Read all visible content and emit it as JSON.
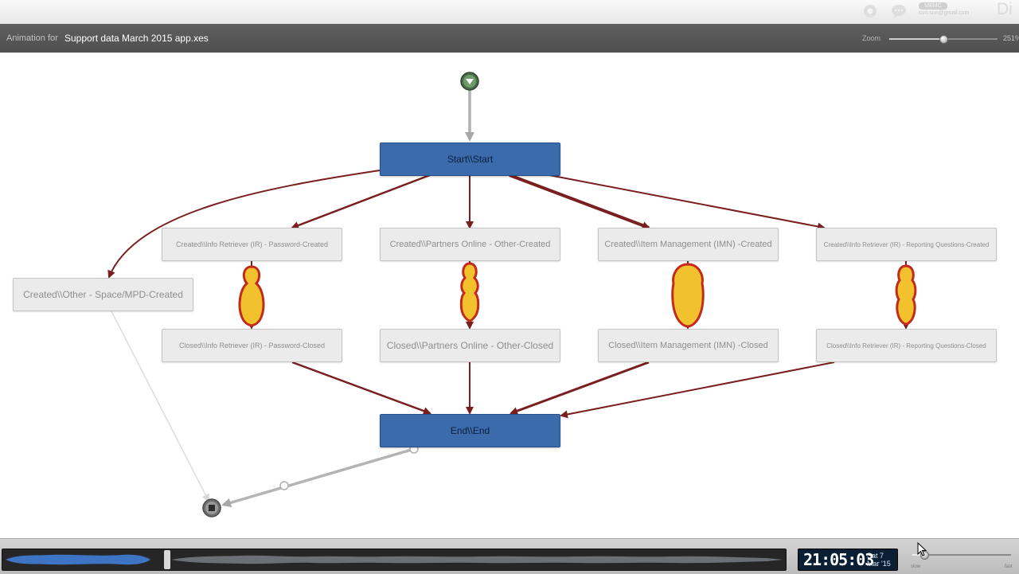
{
  "topbar": {
    "settings_icon": "gear-icon",
    "chat_icon": "speech-bubble-icon",
    "user_badge": "MEMC",
    "user_email": "suri.sun@gmail.com",
    "brand": "Di"
  },
  "header": {
    "prefix": "Animation for",
    "filename": "Support data March 2015 app.xes",
    "zoom_label": "Zoom",
    "zoom_value": "251%",
    "zoom_fraction": 0.5
  },
  "graph": {
    "source_icon": "play-down-icon",
    "sink_icon": "stop-icon",
    "nodes": [
      {
        "id": "start",
        "label": "Start\\\\Start",
        "style": "blue"
      },
      {
        "id": "other-created",
        "label": "Created\\\\Other - Space/MPD-Created",
        "style": "gray"
      },
      {
        "id": "ir-pw-created",
        "label": "Created\\\\Info Retriever (IR) - Password-Created",
        "style": "gray"
      },
      {
        "id": "po-created",
        "label": "Created\\\\Partners Online - Other-Created",
        "style": "gray"
      },
      {
        "id": "imn-created",
        "label": "Created\\\\Item Management (IMN) -Created",
        "style": "gray"
      },
      {
        "id": "ir-rq-created",
        "label": "Created\\\\Info Retriever (IR) - Reporting Questions-Created",
        "style": "gray"
      },
      {
        "id": "ir-pw-closed",
        "label": "Closed\\\\Info Retriever (IR) - Password-Closed",
        "style": "gray"
      },
      {
        "id": "po-closed",
        "label": "Closed\\\\Partners Online - Other-Closed",
        "style": "gray"
      },
      {
        "id": "imn-closed",
        "label": "Closed\\\\Item Management (IMN) -Closed",
        "style": "gray"
      },
      {
        "id": "ir-rq-closed",
        "label": "Closed\\\\Info Retriever (IR) - Reporting Questions-Closed",
        "style": "gray"
      },
      {
        "id": "end",
        "label": "End\\\\End",
        "style": "blue"
      }
    ],
    "colors": {
      "edge": "#7a1f1f",
      "token_fill": "#f2c12e",
      "token_stroke": "#c42a1c",
      "node_blue": "#3b6bab",
      "inactive_edge": "#b4b4b4"
    }
  },
  "footer": {
    "clock_time": "21:05:03",
    "clock_day": "Sat 7",
    "clock_date": "Mar '15",
    "speed_slow": "slow",
    "speed_fast": "fast",
    "speed_fraction": 0.12,
    "playhead_fraction": 0.21
  }
}
